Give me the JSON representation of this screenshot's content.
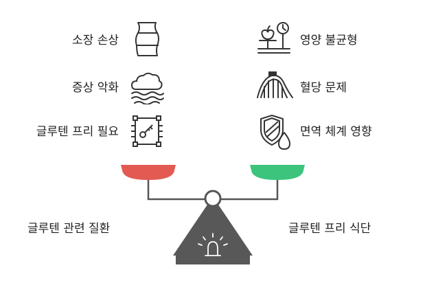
{
  "left": {
    "side_label": "글루텐 관련 질환",
    "items": [
      {
        "label": "소장 손상",
        "icon": "intestine-vessel-icon"
      },
      {
        "label": "증상 악화",
        "icon": "cloud-waves-icon"
      },
      {
        "label": "글루텐 프리 필요",
        "icon": "key-frame-icon"
      }
    ],
    "pan_color": "#e25a52"
  },
  "right": {
    "side_label": "글루텐 프리 식단",
    "items": [
      {
        "label": "영양 불균형",
        "icon": "apple-scale-icon"
      },
      {
        "label": "혈당 문제",
        "icon": "rollercoaster-icon"
      },
      {
        "label": "면역 체계 영향",
        "icon": "shield-drop-icon"
      }
    ],
    "pan_color": "#3cc47c"
  },
  "stand_color": "#585858"
}
